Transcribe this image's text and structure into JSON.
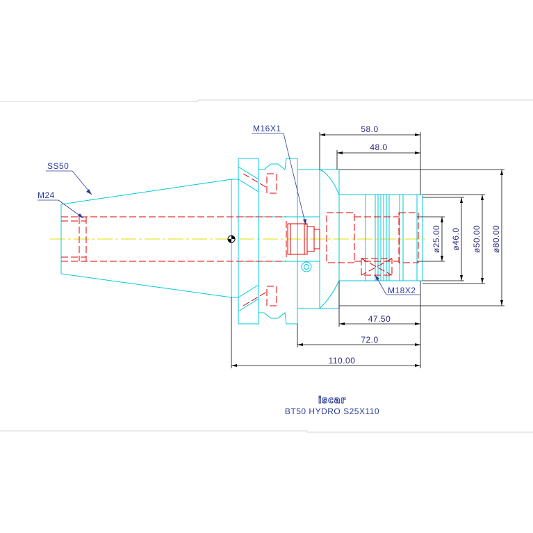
{
  "labels": {
    "ss50": "SS50",
    "m24": "M24",
    "m16x1": "M16X1",
    "m18x2": "M18X2"
  },
  "dimensions": {
    "d58": "58.0",
    "d48": "48.0",
    "d47_50": "47.50",
    "d72": "72.0",
    "d110": "110.00",
    "dia25": "ø25.00",
    "dia46": "ø46.0",
    "dia50": "ø50.00",
    "dia80": "ø80.00"
  },
  "title_block": {
    "logo": "iscar",
    "part_name": "BT50 HYDRO S25X110"
  },
  "colors": {
    "outline": "#00c8d8",
    "hidden": "#e00000",
    "dimension": "#000000",
    "centerline": "#e0e000",
    "label": "#2a3a9a"
  }
}
